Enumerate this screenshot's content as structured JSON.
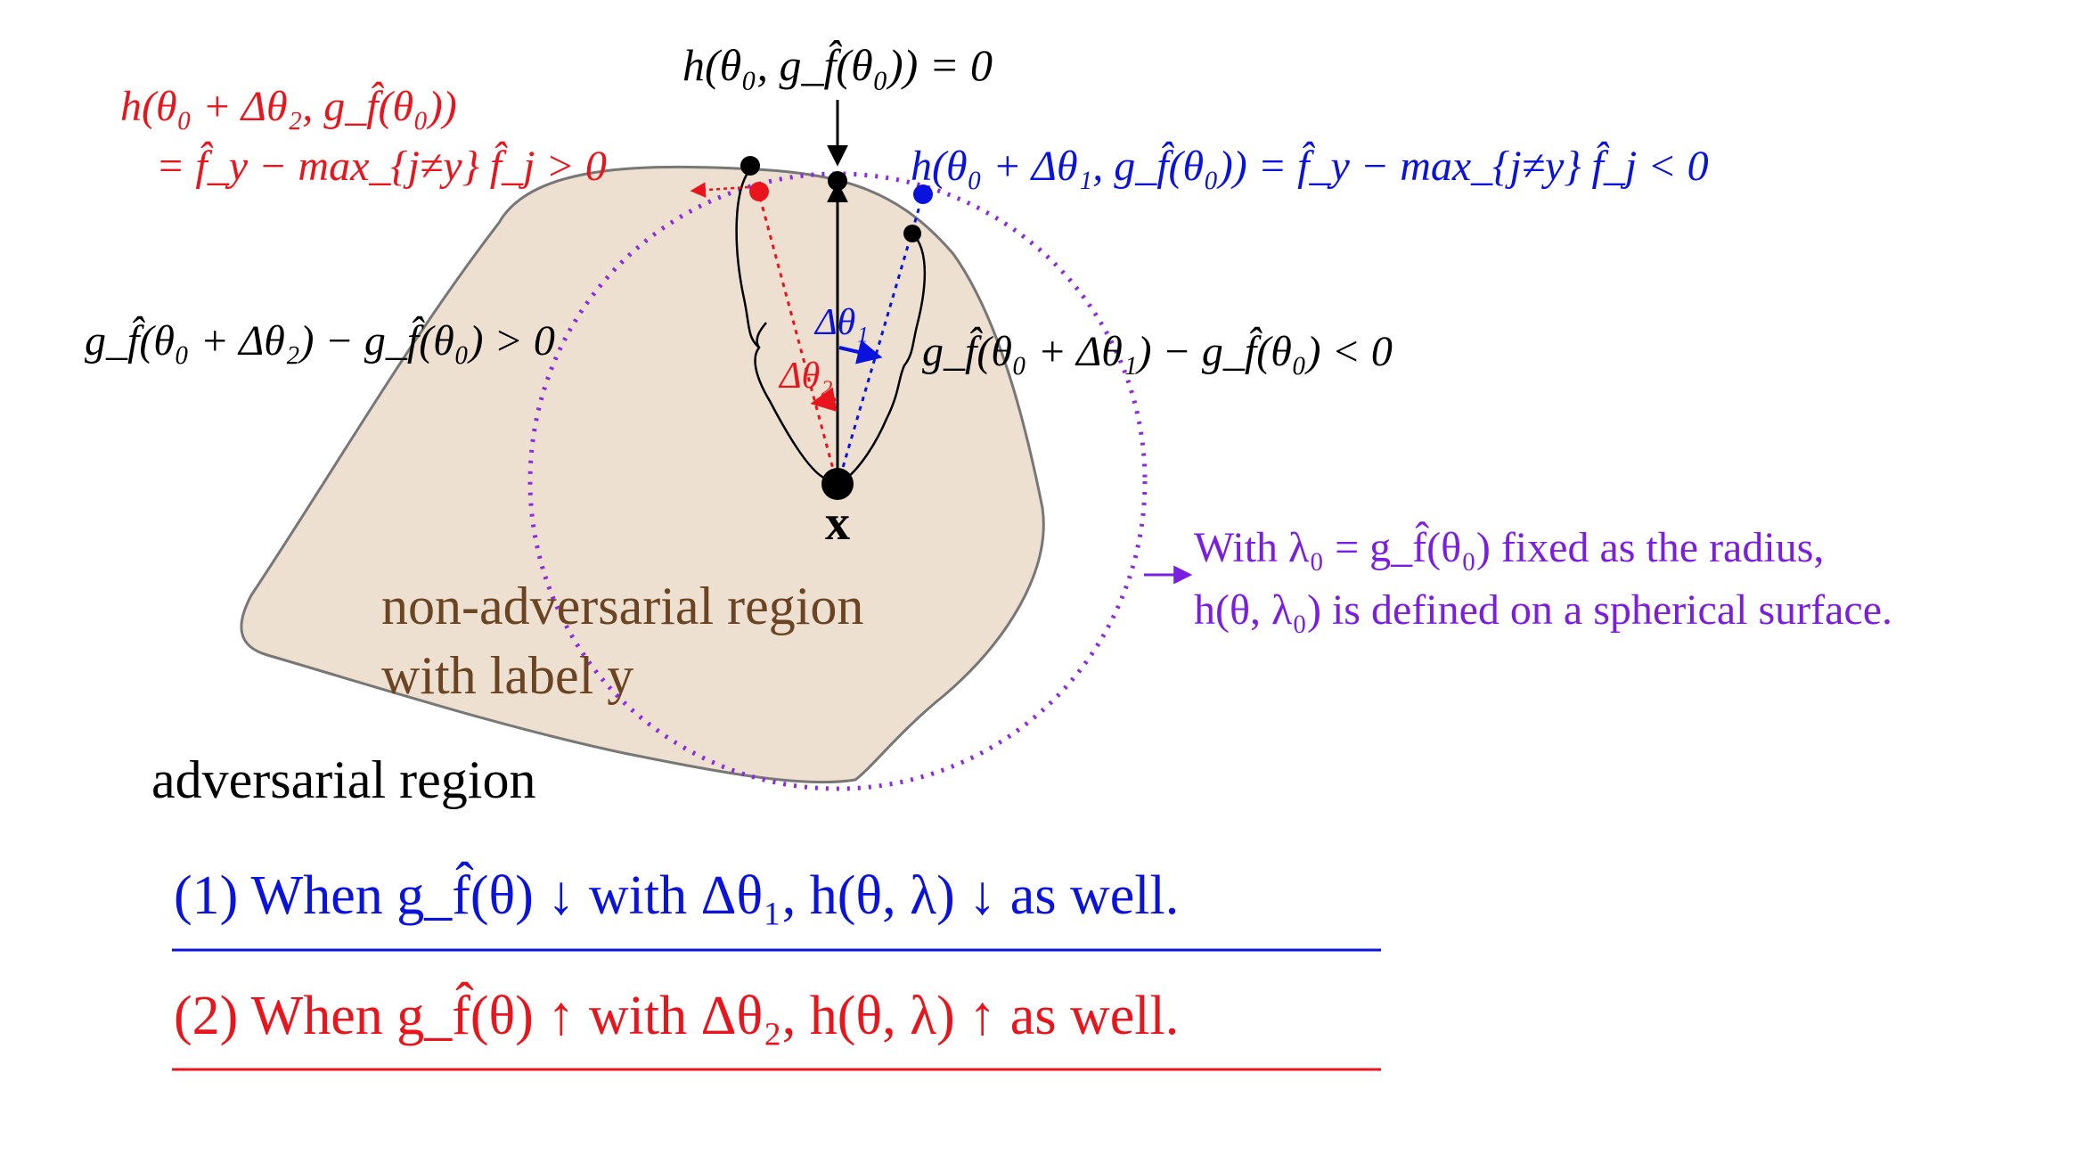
{
  "colors": {
    "black": "#000000",
    "red": "#e8151c",
    "blue": "#0a12dd",
    "purple": "#7a1fe0",
    "violet_circle": "#8a2be2",
    "region_fill": "#eee0d0",
    "region_stroke": "#777777",
    "region_text": "#6b4423"
  },
  "labels": {
    "top_center": "h(θ₀, g_f̂(θ₀)) = 0",
    "red_line1": "h(θ₀ + Δθ₂, g_f̂(θ₀))",
    "red_line2": "= f̂_y − max_{j≠y} f̂_j > 0",
    "blue_top": "h(θ₀ + Δθ₁, g_f̂(θ₀)) = f̂_y − max_{j≠y} f̂_j < 0",
    "left_brace": "g_f̂(θ₀ + Δθ₂) − g_f̂(θ₀) > 0",
    "right_brace": "g_f̂(θ₀ + Δθ₁) − g_f̂(θ₀) < 0",
    "delta1": "Δθ₁",
    "delta2": "Δθ₂",
    "x_label": "x",
    "region_line1": "non-adversarial region",
    "region_line2": "with label y",
    "adversarial": "adversarial region",
    "sphere_line1": "With λ₀ = g_f̂(θ₀) fixed as the radius,",
    "sphere_line2": "h(θ, λ₀) is defined on a spherical surface.",
    "statement1": "(1) When g_f̂(θ) ↓ with Δθ₁, h(θ, λ) ↓ as well.",
    "statement2": "(2) When g_f̂(θ) ↑ with Δθ₂, h(θ, λ) ↑ as well."
  }
}
